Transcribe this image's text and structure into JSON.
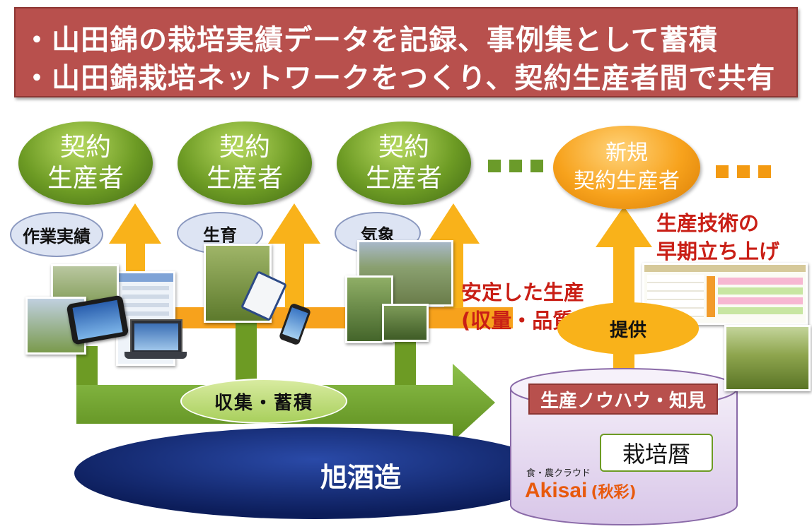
{
  "banner": {
    "line1": "・山田錦の栽培実績データを記録、事例集として蓄積",
    "line2": "・山田錦栽培ネットワークをつくり、契約生産者間で共有"
  },
  "producers": [
    {
      "line1": "契約",
      "line2": "生産者"
    },
    {
      "line1": "契約",
      "line2": "生産者"
    },
    {
      "line1": "契約",
      "line2": "生産者"
    }
  ],
  "new_producer": {
    "line1": "新規",
    "line2": "契約生産者"
  },
  "bubbles": {
    "work": "作業実績",
    "growth": "生育",
    "weather": "気象"
  },
  "stable": {
    "line1": "安定した生産",
    "line2": "(収量・品質)"
  },
  "tech": {
    "line1": "生産技術の",
    "line2": "早期立ち上げ"
  },
  "provide": "提供",
  "collect": "収集・蓄積",
  "company": "旭酒造",
  "knowhow": "生産ノウハウ・知見",
  "calendar": "栽培暦",
  "akisai": {
    "sub": "食・農クラウド",
    "name": "Akisai",
    "kanji": "(秋彩)"
  },
  "colors": {
    "green": "#6d9b24",
    "orange": "#f7a21c",
    "banner": "#b8504d",
    "navy": "#14286e",
    "red_text": "#c91f16"
  }
}
